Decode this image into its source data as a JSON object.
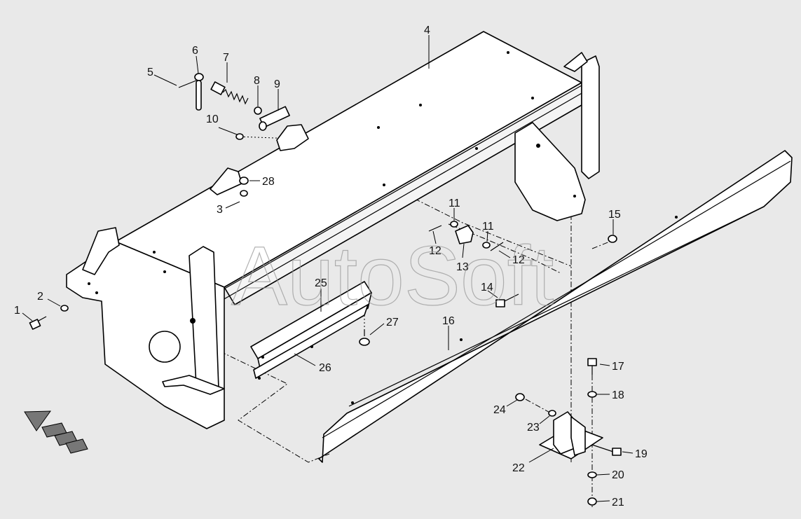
{
  "watermark": "AutoSoft",
  "callouts": [
    "1",
    "2",
    "3",
    "4",
    "5",
    "6",
    "7",
    "8",
    "9",
    "10",
    "11",
    "11",
    "12",
    "12",
    "13",
    "14",
    "15",
    "16",
    "17",
    "18",
    "19",
    "20",
    "21",
    "22",
    "23",
    "24",
    "25",
    "26",
    "27",
    "28"
  ],
  "colors": {
    "background": "#e9e9e9",
    "line": "#000000",
    "part_fill": "#ffffff"
  },
  "icons": {
    "direction_arrow": "forward-direction-arrow-icon"
  }
}
